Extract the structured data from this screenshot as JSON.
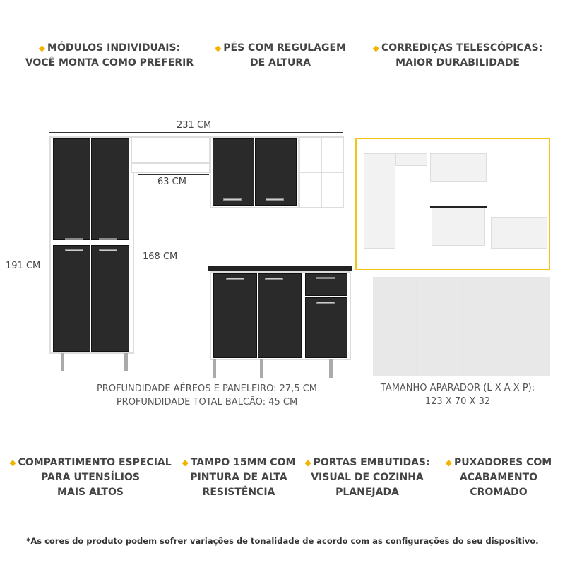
{
  "top_features": [
    {
      "line1": "MÓDULOS INDIVIDUAIS:",
      "line2": "VOCÊ MONTA COMO PREFERIR"
    },
    {
      "line1": "PÉS COM REGULAGEM",
      "line2": "DE ALTURA"
    },
    {
      "line1": "CORREDIÇAS TELESCÓPICAS:",
      "line2": "MAIOR DURABILIDADE"
    }
  ],
  "dimensions": {
    "width": "231 CM",
    "height": "191 CM",
    "upper_gap": "63 CM",
    "pantry_height": "168 CM"
  },
  "depth_notes": {
    "line1": "PROFUNDIDADE AÉREOS E PANELEIRO: 27,5 CM",
    "line2": "PROFUNDIDADE TOTAL BALCÃO: 45 CM"
  },
  "sideboard": {
    "line1": "TAMANHO APARADOR (L X A X P):",
    "line2": "123 X 70 X 32"
  },
  "bottom_features": [
    {
      "line1": "COMPARTIMENTO ESPECIAL",
      "line2": "PARA UTENSÍLIOS",
      "line3": "MAIS ALTOS"
    },
    {
      "line1": "TAMPO 15MM COM",
      "line2": "PINTURA DE ALTA",
      "line3": "RESISTÊNCIA"
    },
    {
      "line1": "PORTAS EMBUTIDAS:",
      "line2": "VISUAL DE COZINHA",
      "line3": "PLANEJADA"
    },
    {
      "line1": "PUXADORES COM",
      "line2": "ACABAMENTO",
      "line3": "CROMADO"
    }
  ],
  "footnote": "*As cores do produto podem sofrer variações de tonalidade de acordo com as configurações do seu dispositivo.",
  "colors": {
    "accent": "#f2b400",
    "door": "#2a2a2a",
    "text": "#444444"
  }
}
